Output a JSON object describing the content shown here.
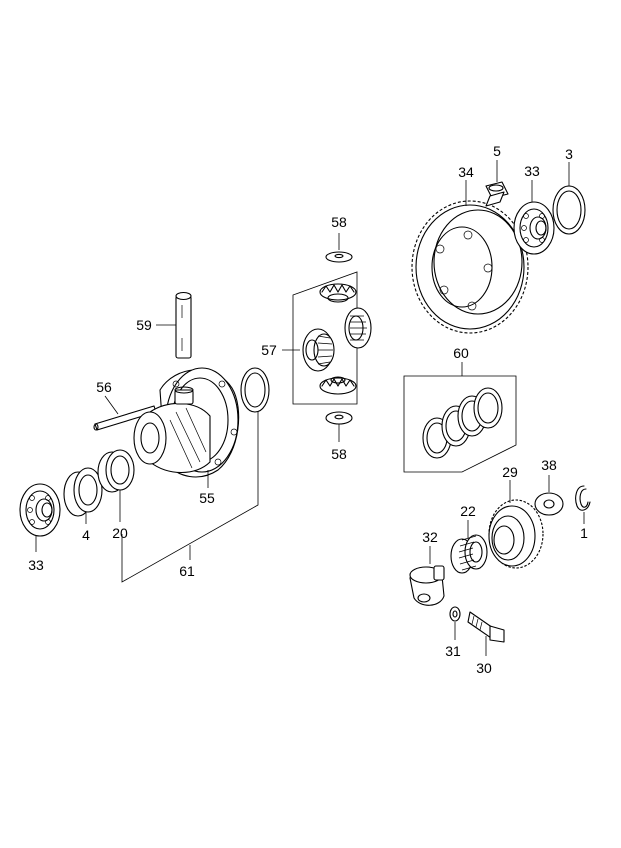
{
  "callouts": {
    "p1": "1",
    "p3": "3",
    "p4": "4",
    "p5": "5",
    "p20": "20",
    "p22": "22",
    "p29": "29",
    "p30": "30",
    "p31": "31",
    "p32": "32",
    "p33a": "33",
    "p33b": "33",
    "p34": "34",
    "p38": "38",
    "p55": "55",
    "p56": "56",
    "p57": "57",
    "p58a": "58",
    "p58b": "58",
    "p59": "59",
    "p60": "60",
    "p61": "61"
  }
}
